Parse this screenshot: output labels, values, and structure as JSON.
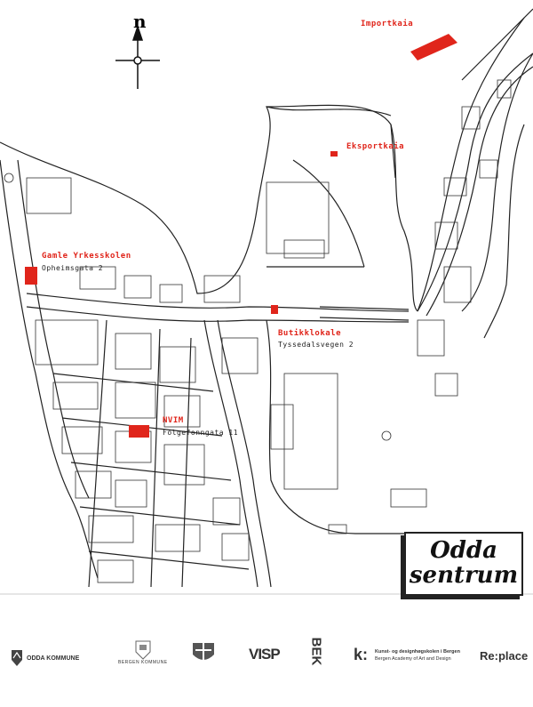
{
  "map": {
    "north": "n",
    "title_line1": "Odda",
    "title_line2": "sentrum",
    "locations": [
      {
        "name": "Importkaia"
      },
      {
        "name": "Eksportkaia"
      },
      {
        "name": "Gamle Yrkesskolen",
        "address": "Opheimsgata 2"
      },
      {
        "name": "Butikklokale",
        "address": "Tyssedalsvegen 2"
      },
      {
        "name": "NVIM",
        "address": "Folgefonngata 11"
      }
    ],
    "highlight_color": "#e0251b"
  },
  "logos": {
    "odda": "ODDA KOMMUNE",
    "bergen": "BERGEN KOMMUNE",
    "visp": "VISP",
    "bek": "BEK",
    "khib_symbol": "k:",
    "khib_line1": "Kunst- og designhøgskolen i Bergen",
    "khib_line2": "Bergen Academy of Art and Design",
    "replace": "Re:place"
  }
}
